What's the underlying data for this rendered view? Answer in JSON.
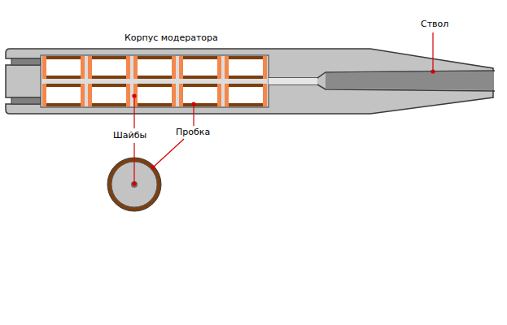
{
  "diagram": {
    "labels": [
      "Корпус модератора",
      "Ствол",
      "Шайбы",
      "Пробка"
    ]
  }
}
